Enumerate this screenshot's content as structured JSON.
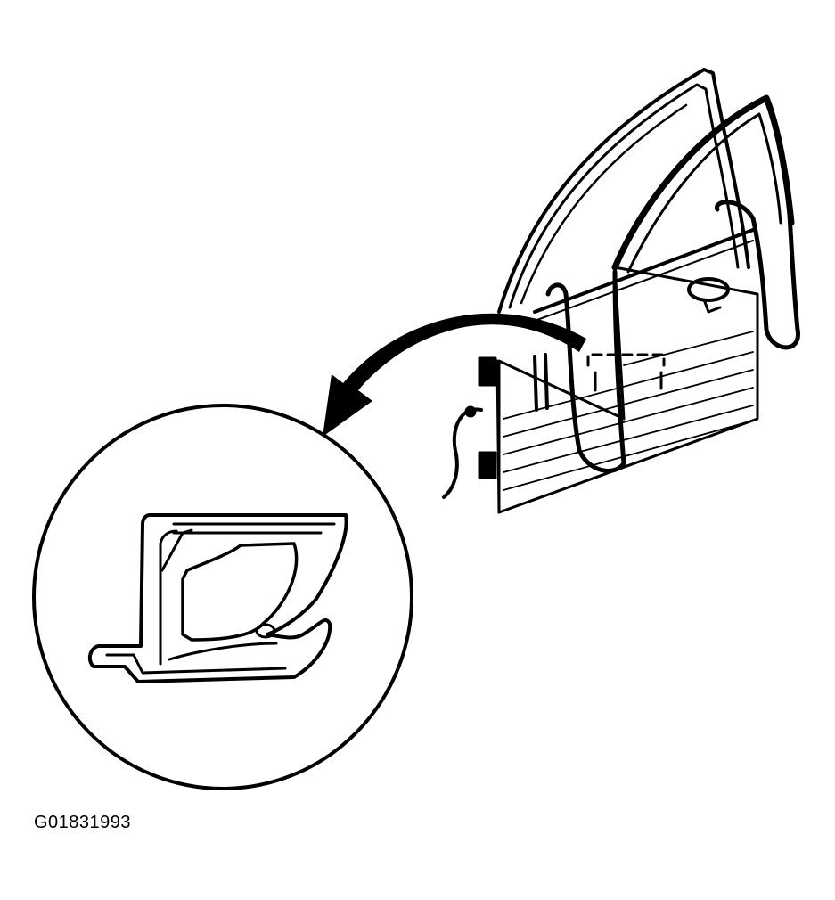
{
  "figure": {
    "code": "G01831993",
    "stroke_color": "#000000",
    "fill_color": "#ffffff",
    "components": [
      "door-assembly",
      "door-weatherstrip",
      "callout-arrow",
      "detail-circle",
      "weatherstrip-cross-section"
    ]
  }
}
